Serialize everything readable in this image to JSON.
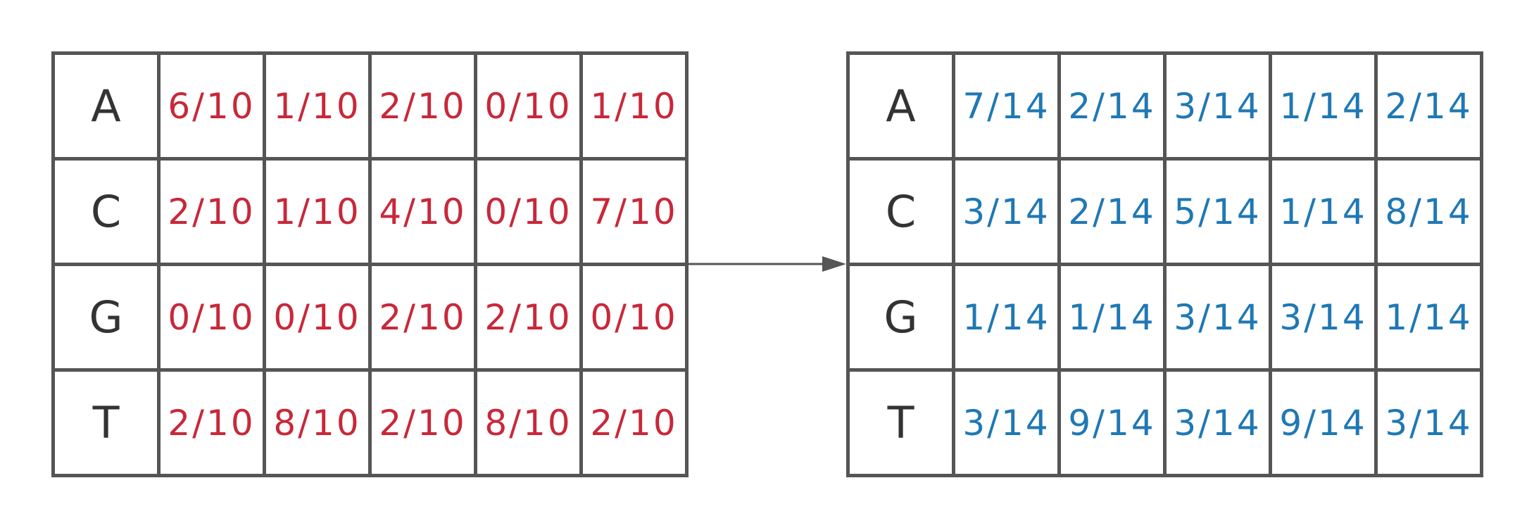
{
  "colors": {
    "grid": "#555555",
    "base_text": "#333333",
    "counts_text": "#c8283a",
    "probs_text": "#1f78b4",
    "arrow": "#555555"
  },
  "counts_matrix": {
    "rows": [
      {
        "base": "A",
        "values": [
          "6/10",
          "1/10",
          "2/10",
          "0/10",
          "1/10"
        ]
      },
      {
        "base": "C",
        "values": [
          "2/10",
          "1/10",
          "4/10",
          "0/10",
          "7/10"
        ]
      },
      {
        "base": "G",
        "values": [
          "0/10",
          "0/10",
          "2/10",
          "2/10",
          "0/10"
        ]
      },
      {
        "base": "T",
        "values": [
          "2/10",
          "8/10",
          "2/10",
          "8/10",
          "2/10"
        ]
      }
    ]
  },
  "probs_matrix": {
    "rows": [
      {
        "base": "A",
        "values": [
          "7/14",
          "2/14",
          "3/14",
          "1/14",
          "2/14"
        ]
      },
      {
        "base": "C",
        "values": [
          "3/14",
          "2/14",
          "5/14",
          "1/14",
          "8/14"
        ]
      },
      {
        "base": "G",
        "values": [
          "1/14",
          "1/14",
          "3/14",
          "3/14",
          "1/14"
        ]
      },
      {
        "base": "T",
        "values": [
          "3/14",
          "9/14",
          "3/14",
          "9/14",
          "3/14"
        ]
      }
    ]
  }
}
